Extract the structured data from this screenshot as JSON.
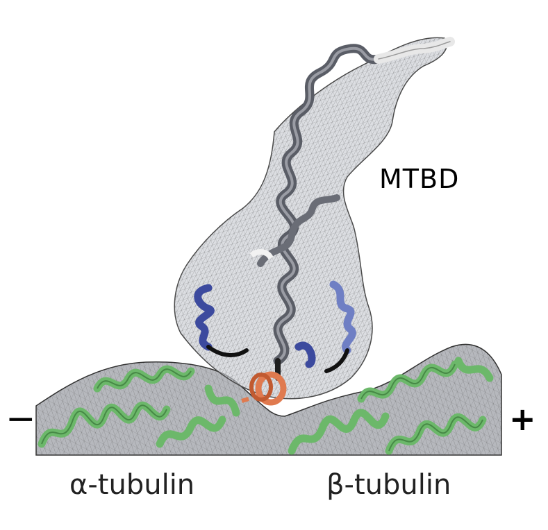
{
  "labels": {
    "domain": "MTBD",
    "minus_end": "−",
    "plus_end": "+",
    "alpha": "α-tubulin",
    "beta": "β-tubulin"
  },
  "colors": {
    "background": "#ffffff",
    "density_mesh": "#555555",
    "density_fill": "#c9ccd3",
    "stalk_helix": "#5a5d66",
    "stalk_tip": "#e8e8e8",
    "blue_helix": "#3c4a9e",
    "orange_helix": "#e07a4f",
    "tubulin_helix": "#6cb86a",
    "tubulin_surface": "#8d8f95"
  },
  "icons": [
    "minus-sign",
    "plus-sign"
  ]
}
